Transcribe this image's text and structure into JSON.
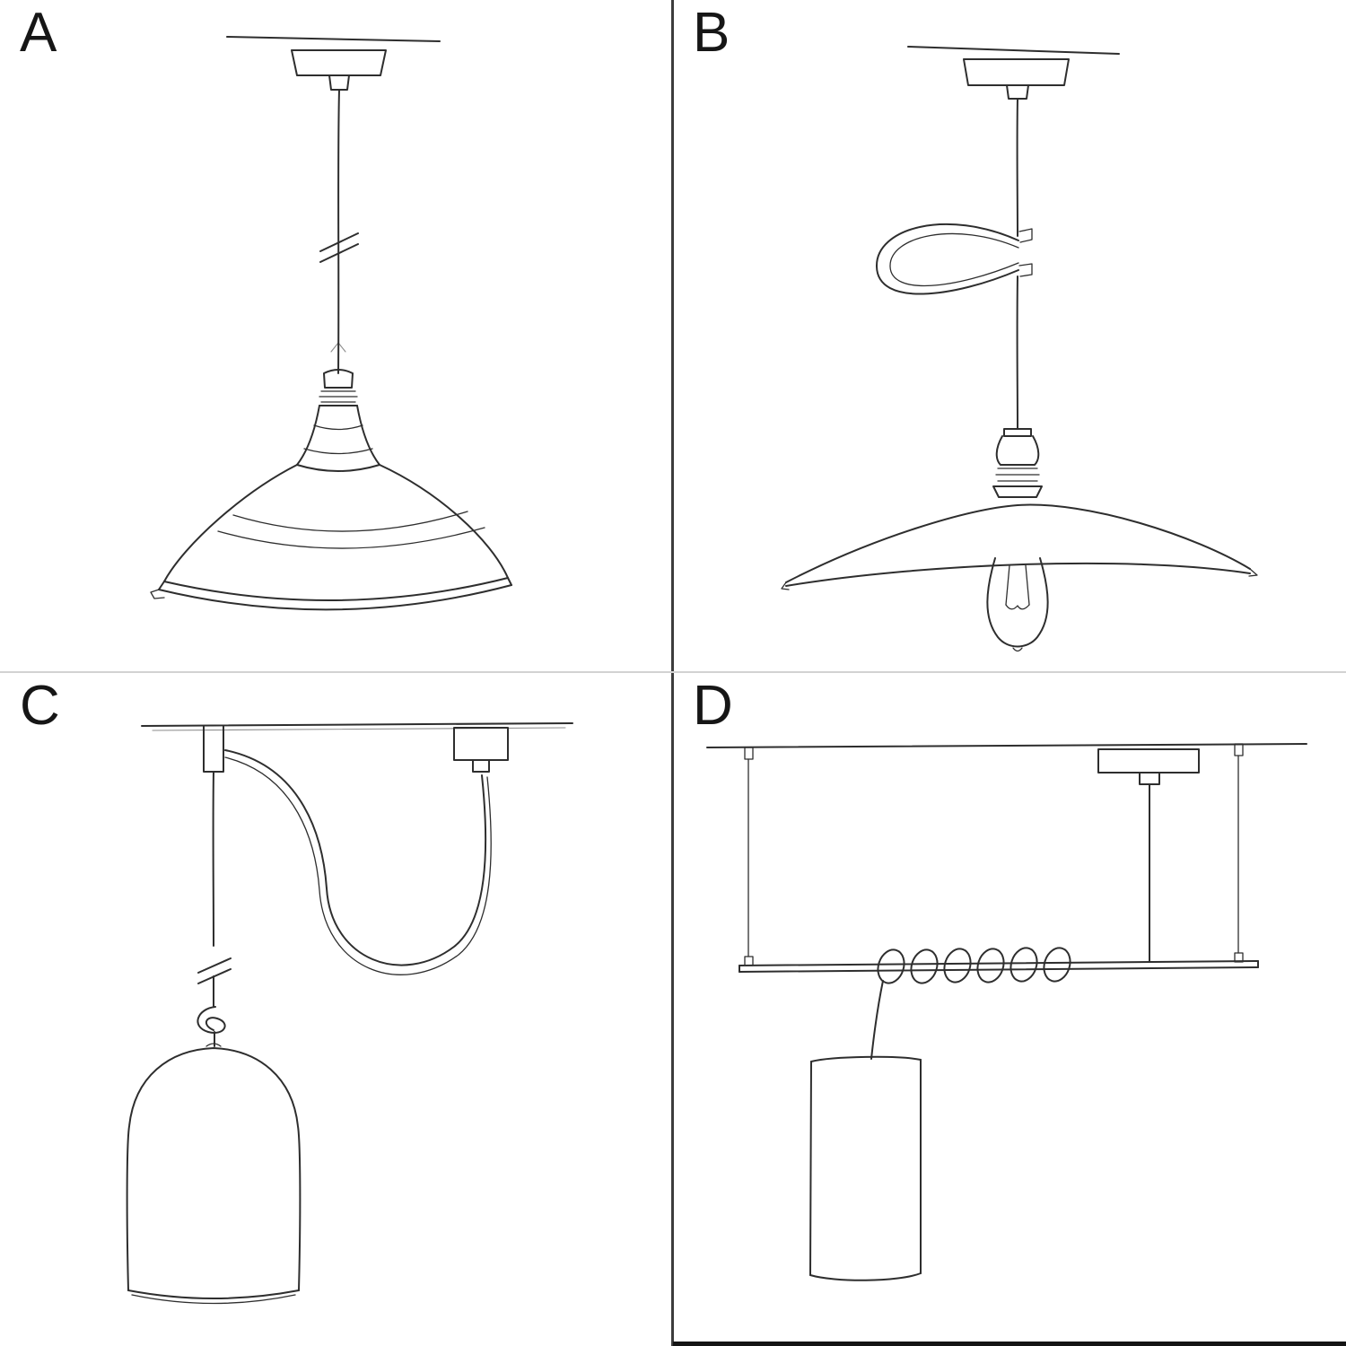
{
  "page": {
    "title": "Pendant lamp mounting options sketch sheet"
  },
  "panels": [
    {
      "id": "A",
      "label": "A",
      "name": "straight-drop-pendant-with-industrial-bistro-shade"
    },
    {
      "id": "B",
      "label": "B",
      "name": "pendant-with-swag-loop-hook-and-flat-plate-shade-exposed-bulb"
    },
    {
      "id": "C",
      "label": "C",
      "name": "swag-pendant-over-ceiling-hook-with-knot-and-bell-dome-shade"
    },
    {
      "id": "D",
      "label": "D",
      "name": "suspended-bar-with-coiled-cord-and-cylinder-tube-shade"
    }
  ],
  "colors": {
    "ink": "#2e2e2e",
    "background": "#ffffff",
    "divider_dark": "#3c3c3c",
    "divider_light": "#d2d2d2",
    "bottom_rule": "#141414"
  }
}
